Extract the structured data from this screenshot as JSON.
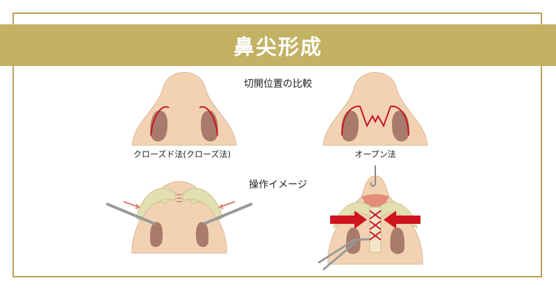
{
  "title": "鼻尖形成",
  "section1": {
    "heading": "切開位置の比較",
    "left_label": "クローズド法(クローズ法)",
    "right_label": "オープン法"
  },
  "section2": {
    "heading": "操作イメージ"
  },
  "colors": {
    "banner": "#c3b164",
    "skin": "#f2d2b2",
    "nostril": "#a87b6c",
    "incision": "#c8141e",
    "cartilage": "#e3dfb3"
  }
}
